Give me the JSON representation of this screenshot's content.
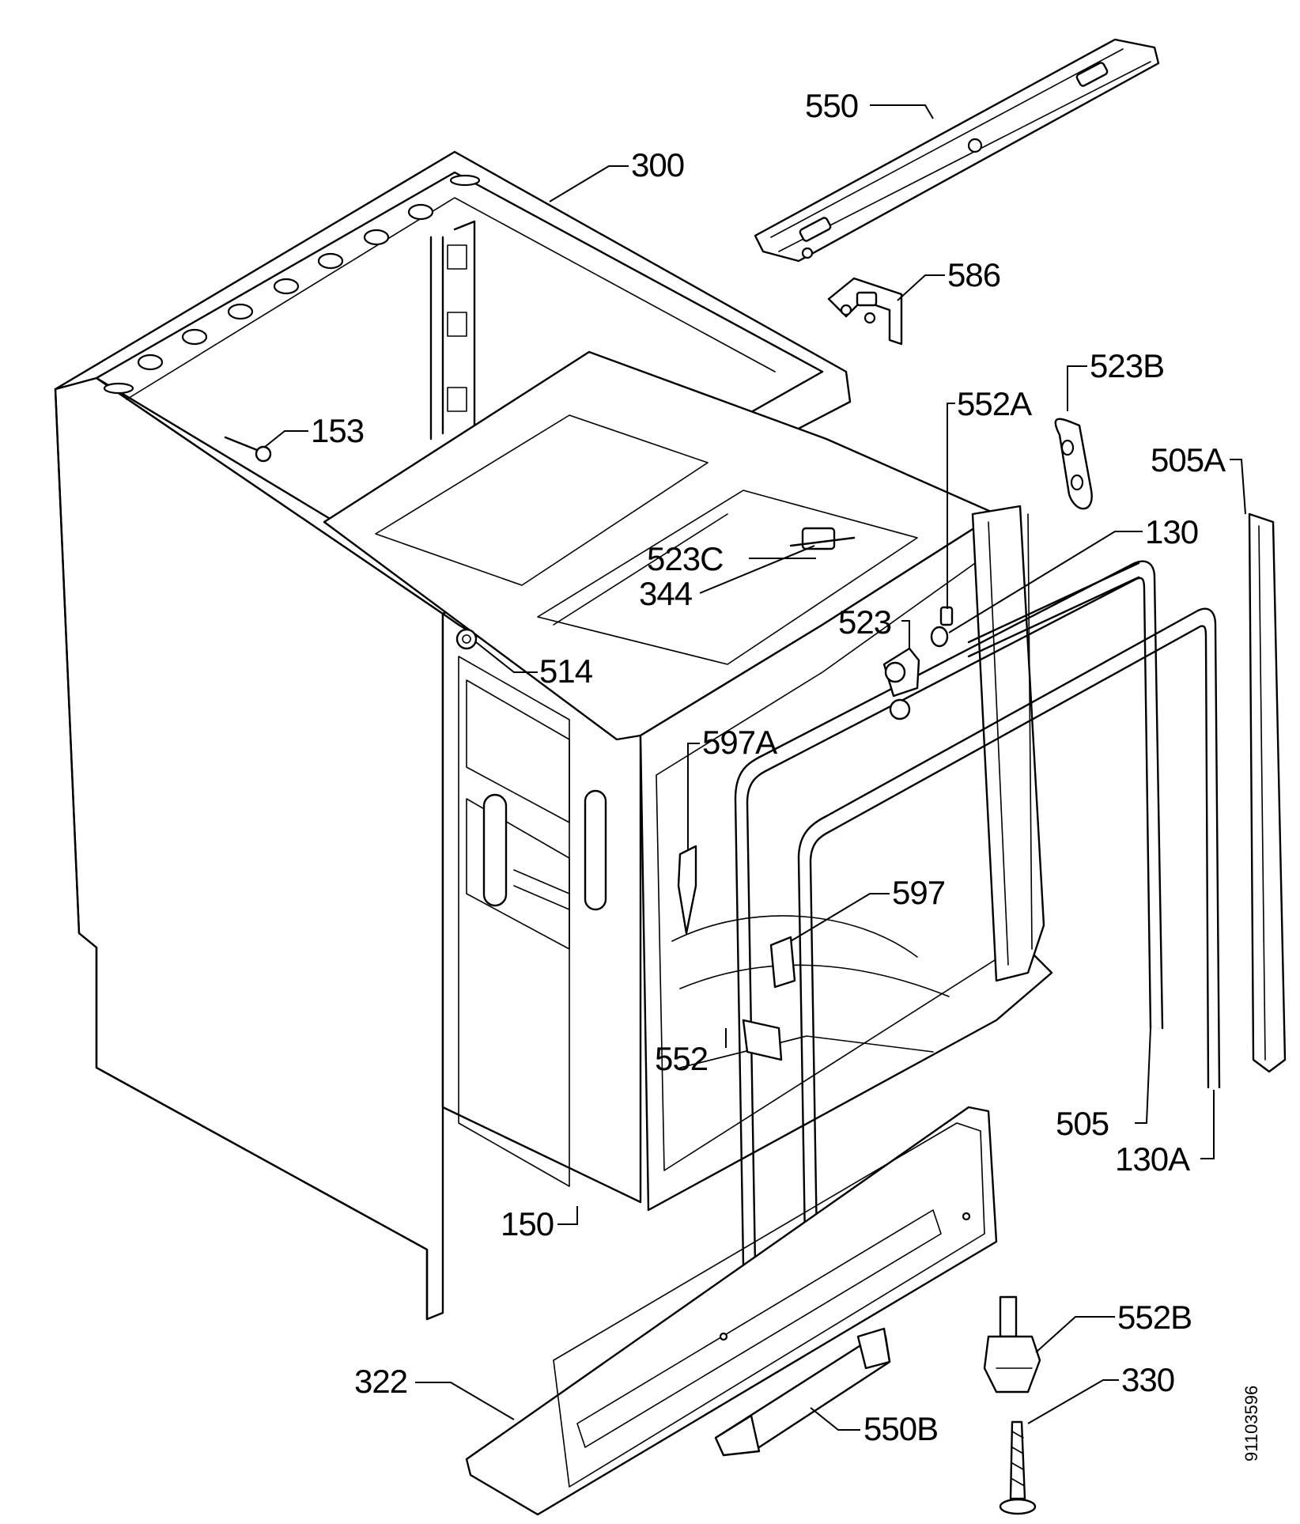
{
  "labels": {
    "l550": "550",
    "l300": "300",
    "l586": "586",
    "l523B": "523B",
    "l552A": "552A",
    "l153": "153",
    "l505A": "505A",
    "l130": "130",
    "l523C": "523C",
    "l344": "344",
    "l523": "523",
    "l514": "514",
    "l597A": "597A",
    "l597": "597",
    "l552": "552",
    "l505": "505",
    "l130A": "130A",
    "l150": "150",
    "l552B": "552B",
    "l330": "330",
    "l322": "322",
    "l550B": "550B"
  },
  "document_id": "91103596"
}
